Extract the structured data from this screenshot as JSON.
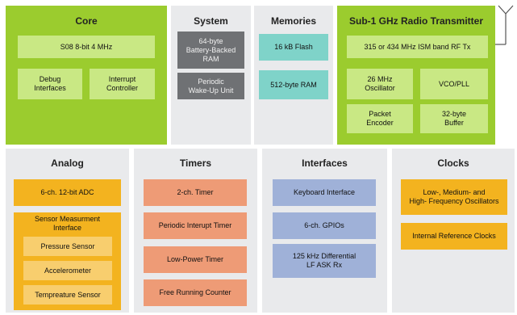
{
  "core": {
    "title": "Core",
    "cpu": "S08 8-bit 4 MHz",
    "debug": [
      "Debug",
      "Interfaces"
    ],
    "interrupt": [
      "Interrupt",
      "Controller"
    ]
  },
  "system": {
    "title": "System",
    "ram": [
      "64-byte",
      "Battery-Backed",
      "RAM"
    ],
    "wakeup": [
      "Periodic",
      "Wake-Up Unit"
    ]
  },
  "memories": {
    "title": "Memories",
    "flash": "16 kB Flash",
    "ram": "512-byte RAM"
  },
  "radio": {
    "title": "Sub-1 GHz Radio Transmitter",
    "band": "315 or 434 MHz ISM band RF Tx",
    "osc": [
      "26 MHz",
      "Oscillator"
    ],
    "vco": "VCO/PLL",
    "packet": [
      "Packet",
      "Encoder"
    ],
    "buffer": [
      "32-byte",
      "Buffer"
    ]
  },
  "analog": {
    "title": "Analog",
    "adc": "6-ch. 12-bit ADC",
    "sensor_if": [
      "Sensor Measurment",
      "Interface"
    ],
    "pressure": "Pressure Sensor",
    "accel": "Accelerometer",
    "temp": "Tempreature Sensor"
  },
  "timers": {
    "title": "Timers",
    "t1": "2-ch. Timer",
    "t2": "Periodic Interupt Timer",
    "t3": "Low-Power Timer",
    "t4": "Free Running Counter"
  },
  "interfaces": {
    "title": "Interfaces",
    "kbd": "Keyboard Interface",
    "gpio": "6-ch. GPIOs",
    "lf": [
      "125 kHz Differential",
      "LF ASK Rx"
    ]
  },
  "clocks": {
    "title": "Clocks",
    "osc": [
      "Low-, Medium- and",
      "High- Frequency Oscillators"
    ],
    "ref": "Internal Reference Clocks"
  },
  "colors": {
    "green_panel": "#9bcc2e",
    "green_block": "#c9e884",
    "gray_panel": "#e9eaec",
    "dark_gray_block": "#6f7174",
    "teal_block": "#7fd3c9",
    "orange_block": "#f3b31f",
    "light_orange_block": "#f8ce6e",
    "salmon_block": "#ee9b76",
    "blue_block": "#9fb1d8"
  },
  "icons": {
    "antenna": "antenna-icon"
  }
}
